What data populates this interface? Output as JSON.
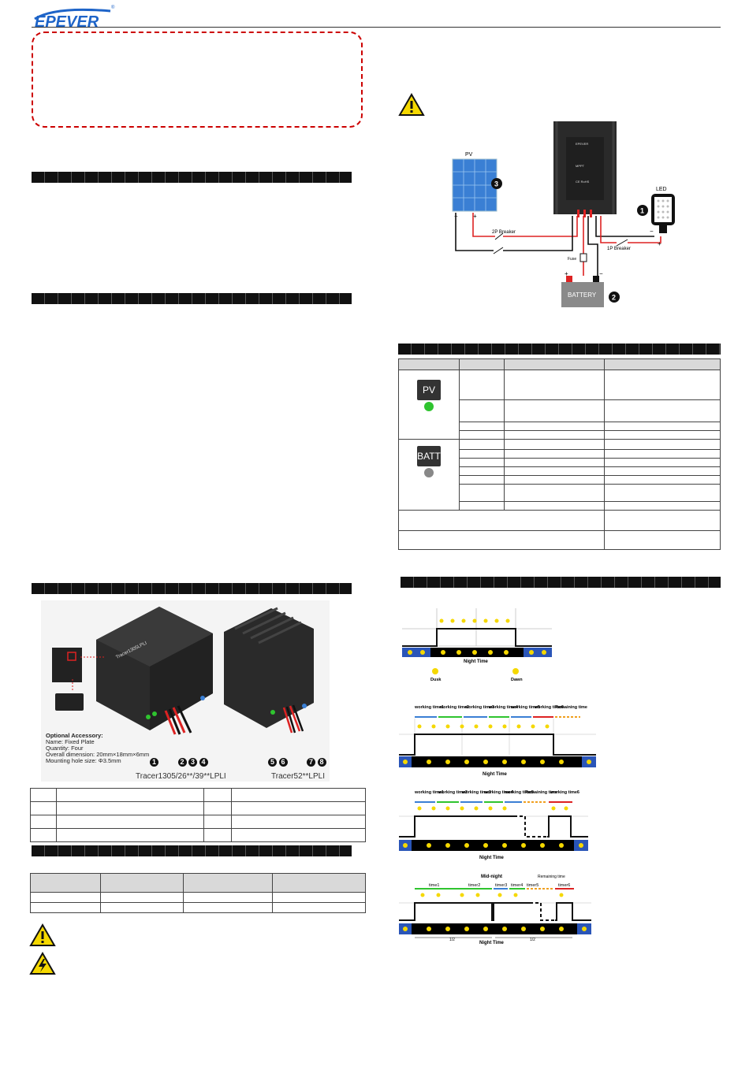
{
  "header": {
    "brand": "EPEVER"
  },
  "diagram": {
    "pv_label": "PV",
    "led_label": "LED",
    "breaker_2p": "2P Breaker",
    "breaker_1p": "1P Breaker",
    "fuse_label": "Fuse",
    "battery_label": "BATTERY",
    "num1": "1",
    "num2": "2",
    "num3": "3"
  },
  "led_table": {
    "pv_indicator": "PV",
    "batt_indicator": "BATT"
  },
  "product": {
    "accessory_title": "Optional Accessory:",
    "accessory_name": "Name: Fixed Plate",
    "accessory_qty": "Quantity: Four",
    "accessory_dim": "Overall dimension: 20mm×18mm×6mm",
    "accessory_hole": "Mounting hole size: Φ3.5mm",
    "model_left": "Tracer1305/26**/39**LPLI",
    "model_right": "Tracer52**LPLI",
    "callouts_left": [
      "1",
      "2",
      "3",
      "4"
    ],
    "callouts_right": [
      "5",
      "6",
      "7",
      "8"
    ]
  },
  "timing": {
    "dusk": "Dusk",
    "dawn": "Dawn",
    "night_time": "Night Time",
    "mid_night": "Mid-night",
    "half": "1/2",
    "d2_labels": [
      "working time1",
      "working time2",
      "working time3",
      "working time4",
      "working time5",
      "working time6",
      "Remaining time"
    ],
    "d3_labels": [
      "working time1",
      "working time2",
      "working time3",
      "working time4",
      "working time5",
      "Remaining time",
      "working time6"
    ],
    "d4_labels": [
      "time1",
      "timer2",
      "timer3",
      "timer4",
      "timer5",
      "timer6"
    ],
    "d4_remaining": "Remaining time"
  },
  "colors": {
    "dash_border": "#cc0000",
    "panel_blue": "#3a7fd4",
    "warning_yellow": "#f5d800",
    "led_green": "#2fc42f",
    "night_blue": "#2a55b8"
  }
}
